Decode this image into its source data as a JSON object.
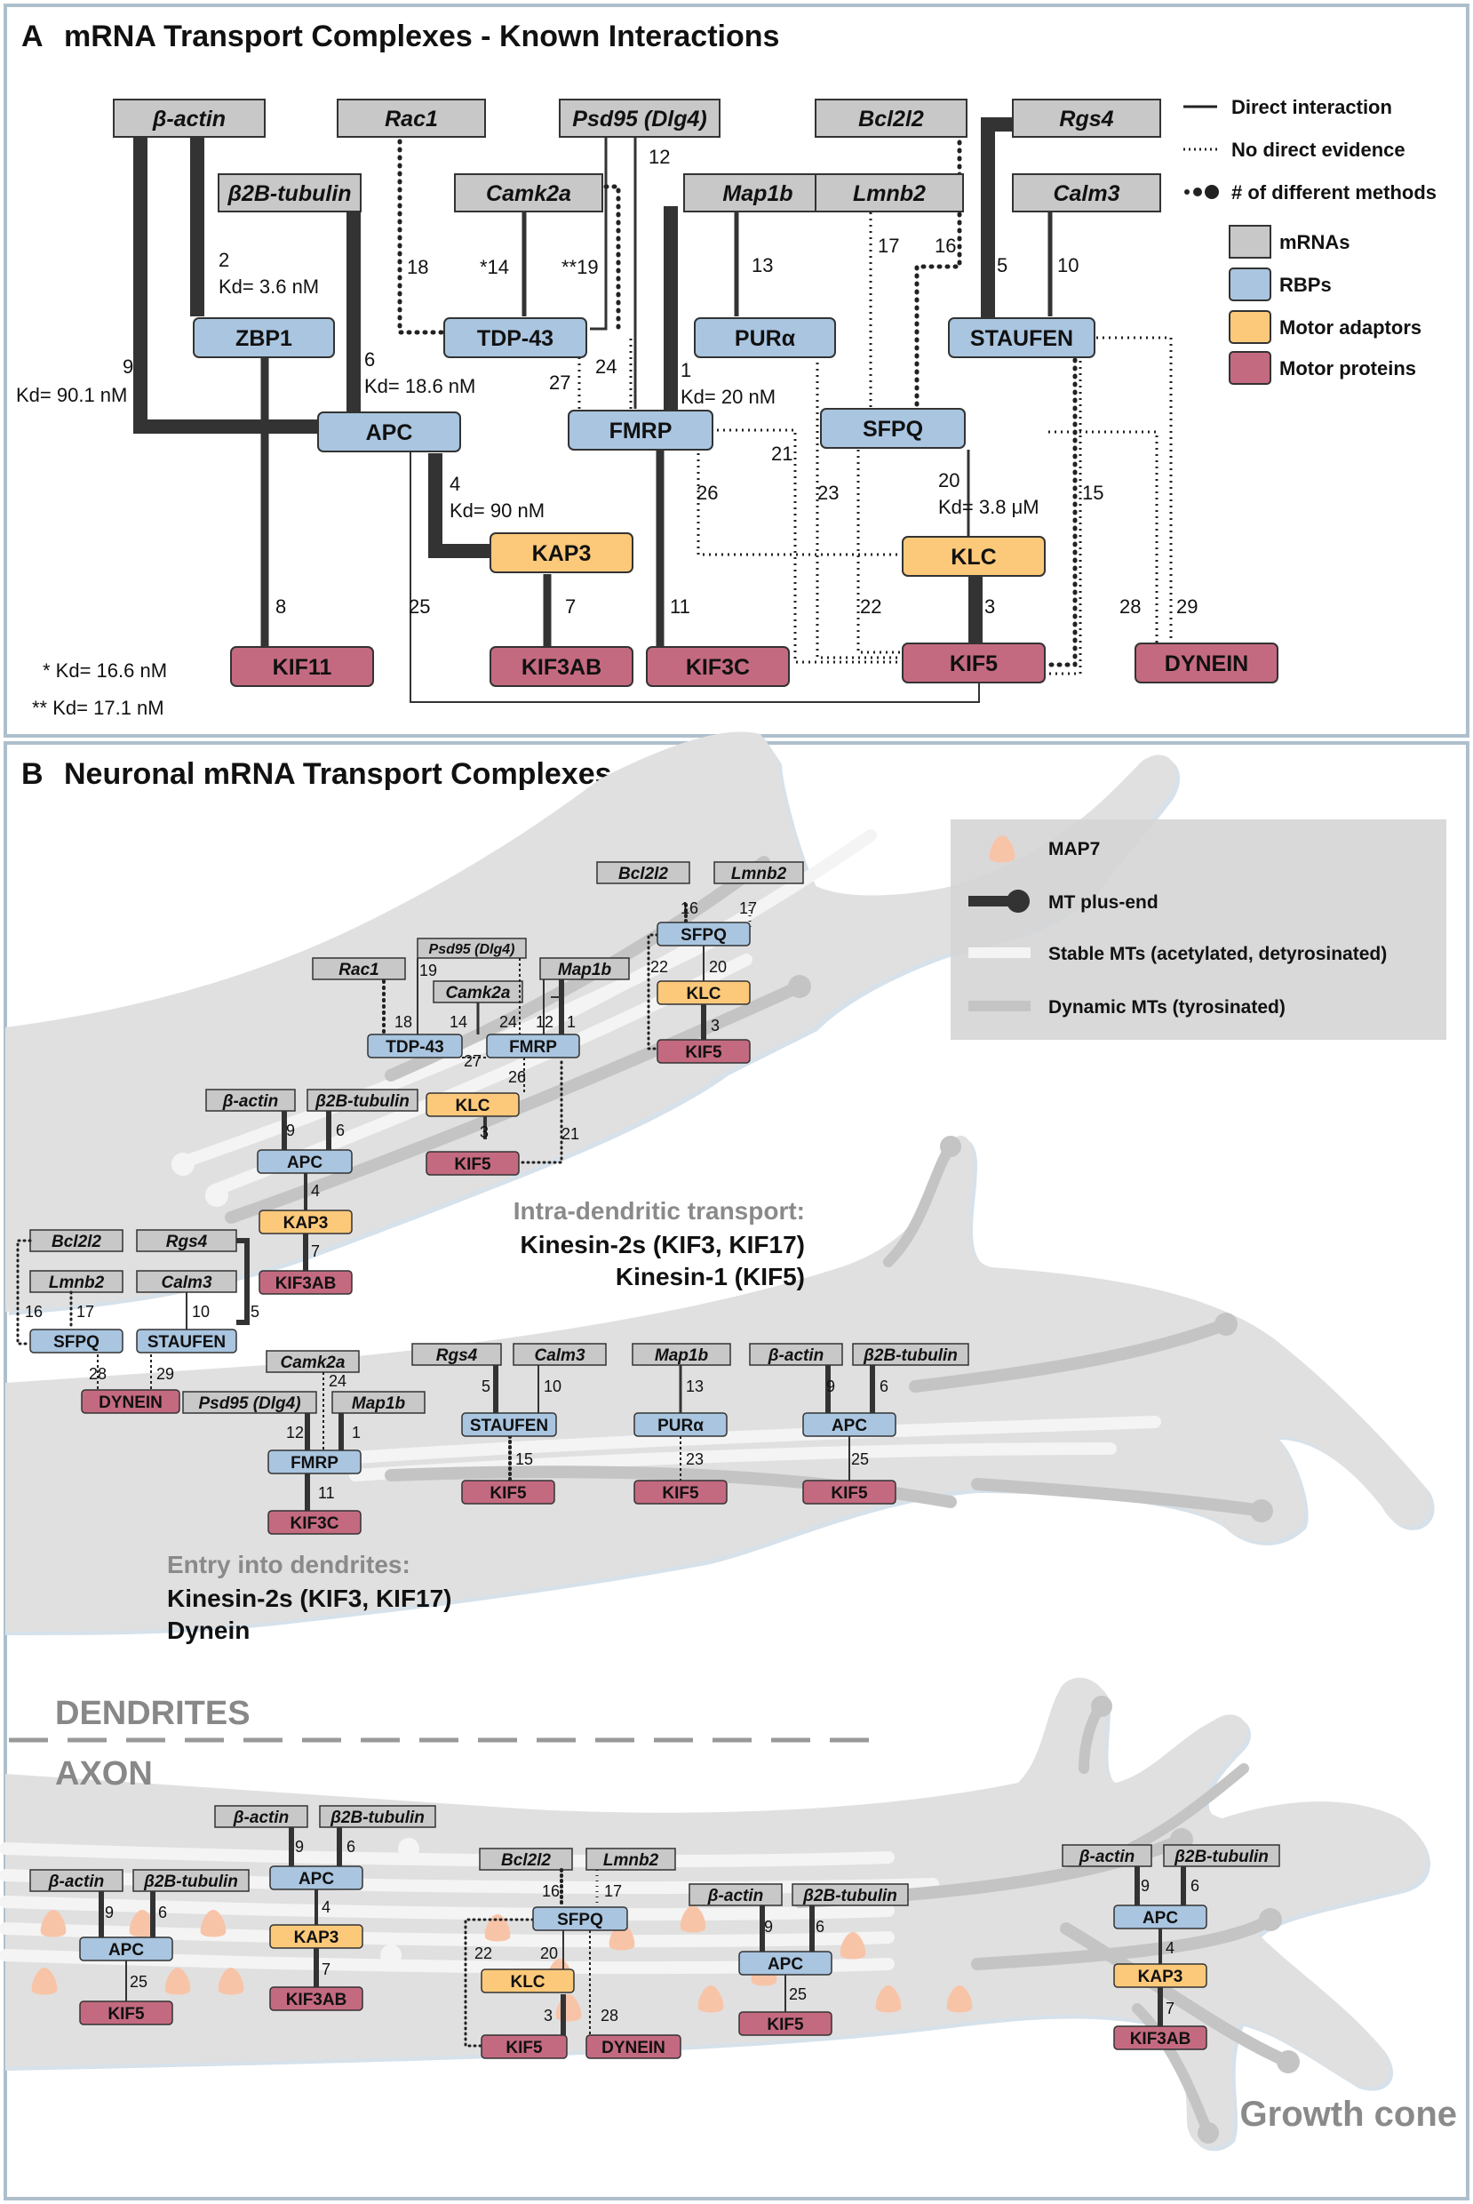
{
  "panel_a": {
    "letter": "A",
    "title": "mRNA Transport Complexes - Known Interactions",
    "nodes": {
      "bactin": "β-actin",
      "rac1": "Rac1",
      "psd95": "Psd95 (Dlg4)",
      "bcl2l2": "Bcl2l2",
      "rgs4": "Rgs4",
      "b2btub": "β2B-tubulin",
      "camk2a": "Camk2a",
      "map1b": "Map1b",
      "lmnb2": "Lmnb2",
      "calm3": "Calm3",
      "zbp1": "ZBP1",
      "tdp43": "TDP-43",
      "pura": "PURα",
      "staufen": "STAUFEN",
      "apc": "APC",
      "fmrp": "FMRP",
      "sfpq": "SFPQ",
      "kap3": "KAP3",
      "klc": "KLC",
      "kif11": "KIF11",
      "kif3ab": "KIF3AB",
      "kif3c": "KIF3C",
      "kif5": "KIF5",
      "dynein": "DYNEIN"
    },
    "labels": {
      "n2": "2",
      "kd_zbp1": "Kd= 3.6 nM",
      "n9": "9",
      "kd_apc_bactin": "Kd= 90.1 nM",
      "n6": "6",
      "kd_apc_b2b": "Kd= 18.6 nM",
      "n18": "18",
      "n14": "*14",
      "n19": "**19",
      "n12": "12",
      "n27": "27",
      "n24": "24",
      "n1": "1",
      "kd_fmrp": "Kd= 20 nM",
      "n13": "13",
      "n17": "17",
      "n16": "16",
      "n5": "5",
      "n10": "10",
      "n4": "4",
      "kd_kap3": "Kd= 90 nM",
      "n20": "20",
      "kd_klc": "Kd= 3.8 μM",
      "n21": "21",
      "n26": "26",
      "n23": "23",
      "n15": "15",
      "n8": "8",
      "n25": "25",
      "n7": "7",
      "n11": "11",
      "n22": "22",
      "n3": "3",
      "n28": "28",
      "n29": "29",
      "foot1": "* Kd= 16.6 nM",
      "foot2": "** Kd= 17.1 nM"
    },
    "legend": {
      "direct": "Direct interaction",
      "no_direct": "No direct evidence",
      "methods": "# of different methods",
      "mrna": "mRNAs",
      "rbp": "RBPs",
      "adaptor": "Motor adaptors",
      "motor": "Motor proteins"
    }
  },
  "panel_b": {
    "letter": "B",
    "title": "Neuronal mRNA Transport Complexes",
    "legend": {
      "map7": "MAP7",
      "plus_end": "MT plus-end",
      "stable": "Stable MTs (acetylated, detyrosinated)",
      "dynamic": "Dynamic MTs (tyrosinated)"
    },
    "intra_title": "Intra-dendritic transport:",
    "intra_line1": "Kinesin-2s (KIF3, KIF17)",
    "intra_line2": "Kinesin-1 (KIF5)",
    "entry_title": "Entry into dendrites:",
    "entry_line1": "Kinesin-2s (KIF3, KIF17)",
    "entry_line2": "Dynein",
    "dendrites": "DENDRITES",
    "axon": "AXON",
    "growth_cone": "Growth cone",
    "mini_labels": {
      "bcl2l2": "Bcl2l2",
      "lmnb2": "Lmnb2",
      "sfpq": "SFPQ",
      "klc": "KLC",
      "kif5": "KIF5",
      "rac1": "Rac1",
      "psd95": "Psd95 (Dlg4)",
      "camk2a": "Camk2a",
      "map1b": "Map1b",
      "tdp43": "TDP-43",
      "fmrp": "FMRP",
      "bactin": "β-actin",
      "b2btub": "β2B-tubulin",
      "apc": "APC",
      "kap3": "KAP3",
      "kif3ab": "KIF3AB",
      "rgs4": "Rgs4",
      "calm3": "Calm3",
      "staufen": "STAUFEN",
      "dynein": "DYNEIN",
      "kif3c": "KIF3C",
      "pura": "PURα"
    },
    "mini_nums": {
      "n1": "1",
      "n3": "3",
      "n4": "4",
      "n5": "5",
      "n6": "6",
      "n7": "7",
      "n9": "9",
      "n10": "10",
      "n11": "11",
      "n12": "12",
      "n13": "13",
      "n14": "14",
      "n15": "15",
      "n16": "16",
      "n17": "17",
      "n18": "18",
      "n19": "19",
      "n20": "20",
      "n21": "21",
      "n22": "22",
      "n23": "23",
      "n24": "24",
      "n25": "25",
      "n26": "26",
      "n27": "27",
      "n28": "28",
      "n29": "29"
    },
    "colors": {
      "mrna": "#c8c8c8",
      "rbp": "#a9c5e0",
      "adaptor": "#fcc97a",
      "motor": "#c46a80",
      "map7": "#f8c4a8"
    }
  }
}
